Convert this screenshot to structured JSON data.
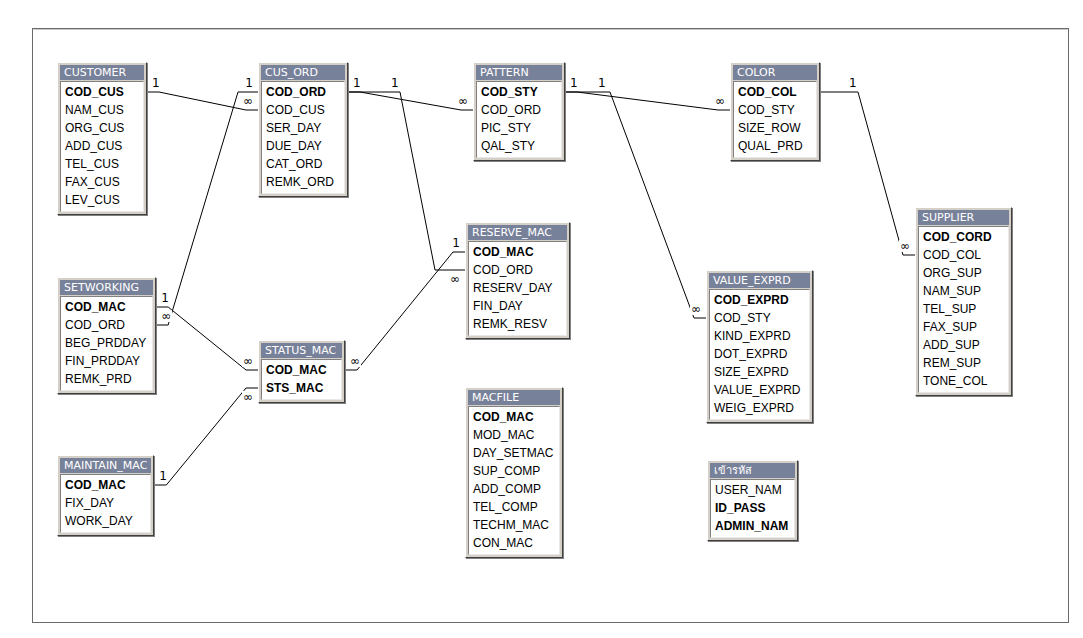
{
  "diagram": {
    "nodes": [
      {
        "text": [
          "CUSTOMER",
          "COD_CUS",
          "NAM_CUS",
          "ORG_CUS",
          "ADD_CUS",
          "TEL_CUS",
          "FAX_CUS",
          "LEV_CUS"
        ]
      },
      {
        "text": [
          "CUS_ORD",
          "COD_ORD",
          "COD_CUS",
          "SER_DAY",
          "DUE_DAY",
          "CAT_ORD",
          "REMK_ORD"
        ]
      },
      {
        "text": [
          "PATTERN",
          "COD_STY",
          "COD_ORD",
          "PIC_STY",
          "QAL_STY"
        ]
      },
      {
        "text": [
          "COLOR",
          "COD_COL",
          "COD_STY",
          "SIZE_ROW",
          "QUAL_PRD"
        ]
      },
      {
        "text": [
          "SETWORKING",
          "COD_MAC",
          "COD_ORD",
          "BEG_PRDDAY",
          "FIN_PRDDAY",
          "REMK_PRD"
        ]
      },
      {
        "text": [
          "RESERVE_MAC",
          "COD_MAC",
          "COD_ORD",
          "RESERV_DAY",
          "FIN_DAY",
          "REMK_RESV"
        ]
      },
      {
        "text": [
          "VALUE_EXPRD",
          "COD_EXPRD",
          "COD_STY",
          "KIND_EXPRD",
          "DOT_EXPRD",
          "SIZE_EXPRD",
          "VALUE_EXPRD",
          "WEIG_EXPRD"
        ]
      },
      {
        "text": [
          "SUPPLIER",
          "COD_CORD",
          "COD_COL",
          "ORG_SUP",
          "NAM_SUP",
          "TEL_SUP",
          "FAX_SUP",
          "ADD_SUP",
          "REM_SUP",
          "TONE_COL"
        ]
      },
      {
        "text": [
          "STATUS_MAC",
          "COD_MAC",
          "STS_MAC"
        ]
      },
      {
        "text": [
          "MACFILE",
          "COD_MAC",
          "MOD_MAC",
          "DAY_SETMAC",
          "SUP_COMP",
          "ADD_COMP",
          "TEL_COMP",
          "TECHM_MAC",
          "CON_MAC"
        ]
      },
      {
        "text": [
          "MAINTAIN_MAC",
          "COD_MAC",
          "FIX_DAY",
          "WORK_DAY"
        ]
      },
      {
        "text": [
          "เข้ารหัส",
          "USER_NAM",
          "ID_PASS",
          "ADMIN_NAM"
        ]
      }
    ],
    "edges": [
      {
        "from": 0,
        "to": 1,
        "arrow": "none"
      },
      {
        "from": 1,
        "to": 2,
        "arrow": "none"
      },
      {
        "from": 2,
        "to": 3,
        "arrow": "none"
      },
      {
        "from": 2,
        "to": 6,
        "arrow": "none"
      },
      {
        "from": 3,
        "to": 7,
        "arrow": "none"
      },
      {
        "from": 1,
        "to": 5,
        "arrow": "none"
      },
      {
        "from": 1,
        "to": 4,
        "arrow": "none"
      },
      {
        "from": 4,
        "to": 8,
        "arrow": "none"
      },
      {
        "from": 5,
        "to": 8,
        "arrow": "none"
      },
      {
        "from": 10,
        "to": 8,
        "arrow": "none"
      }
    ],
    "labels": [
      "1",
      "∞",
      "1",
      "∞",
      "1",
      "∞",
      "1",
      "∞",
      "1",
      "∞",
      "1",
      "∞",
      "1",
      "∞",
      "1",
      "∞",
      "1",
      "∞",
      "1",
      "∞"
    ]
  }
}
